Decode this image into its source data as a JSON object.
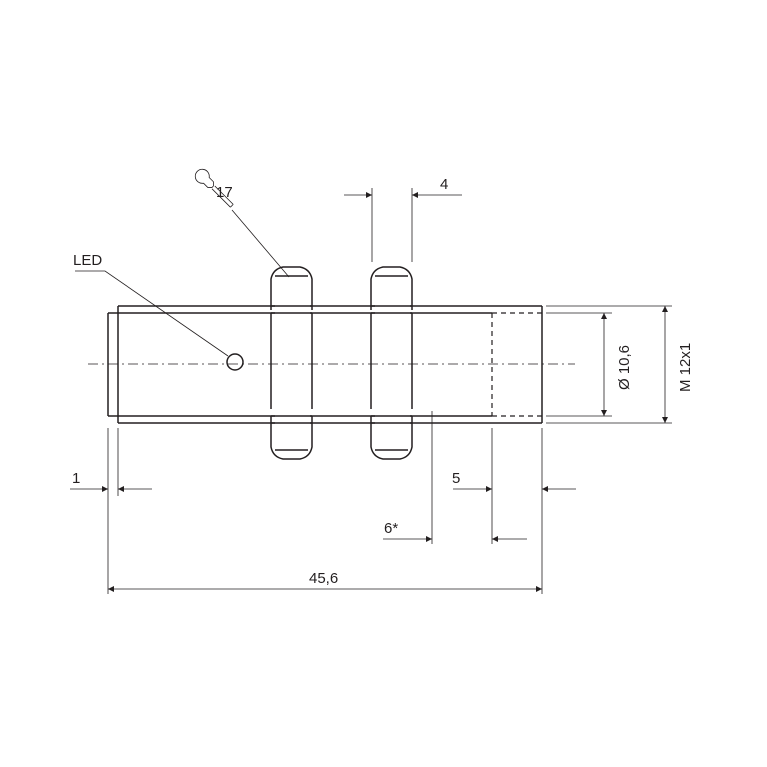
{
  "labels": {
    "led": "LED",
    "wrench_size": "17",
    "nut_thickness": "4",
    "sensing_face_offset": "1",
    "free_zone": "5",
    "free_zone_star": "6*",
    "total_length": "45,6",
    "inner_diameter": "Ø 10,6",
    "thread": "M 12x1"
  }
}
